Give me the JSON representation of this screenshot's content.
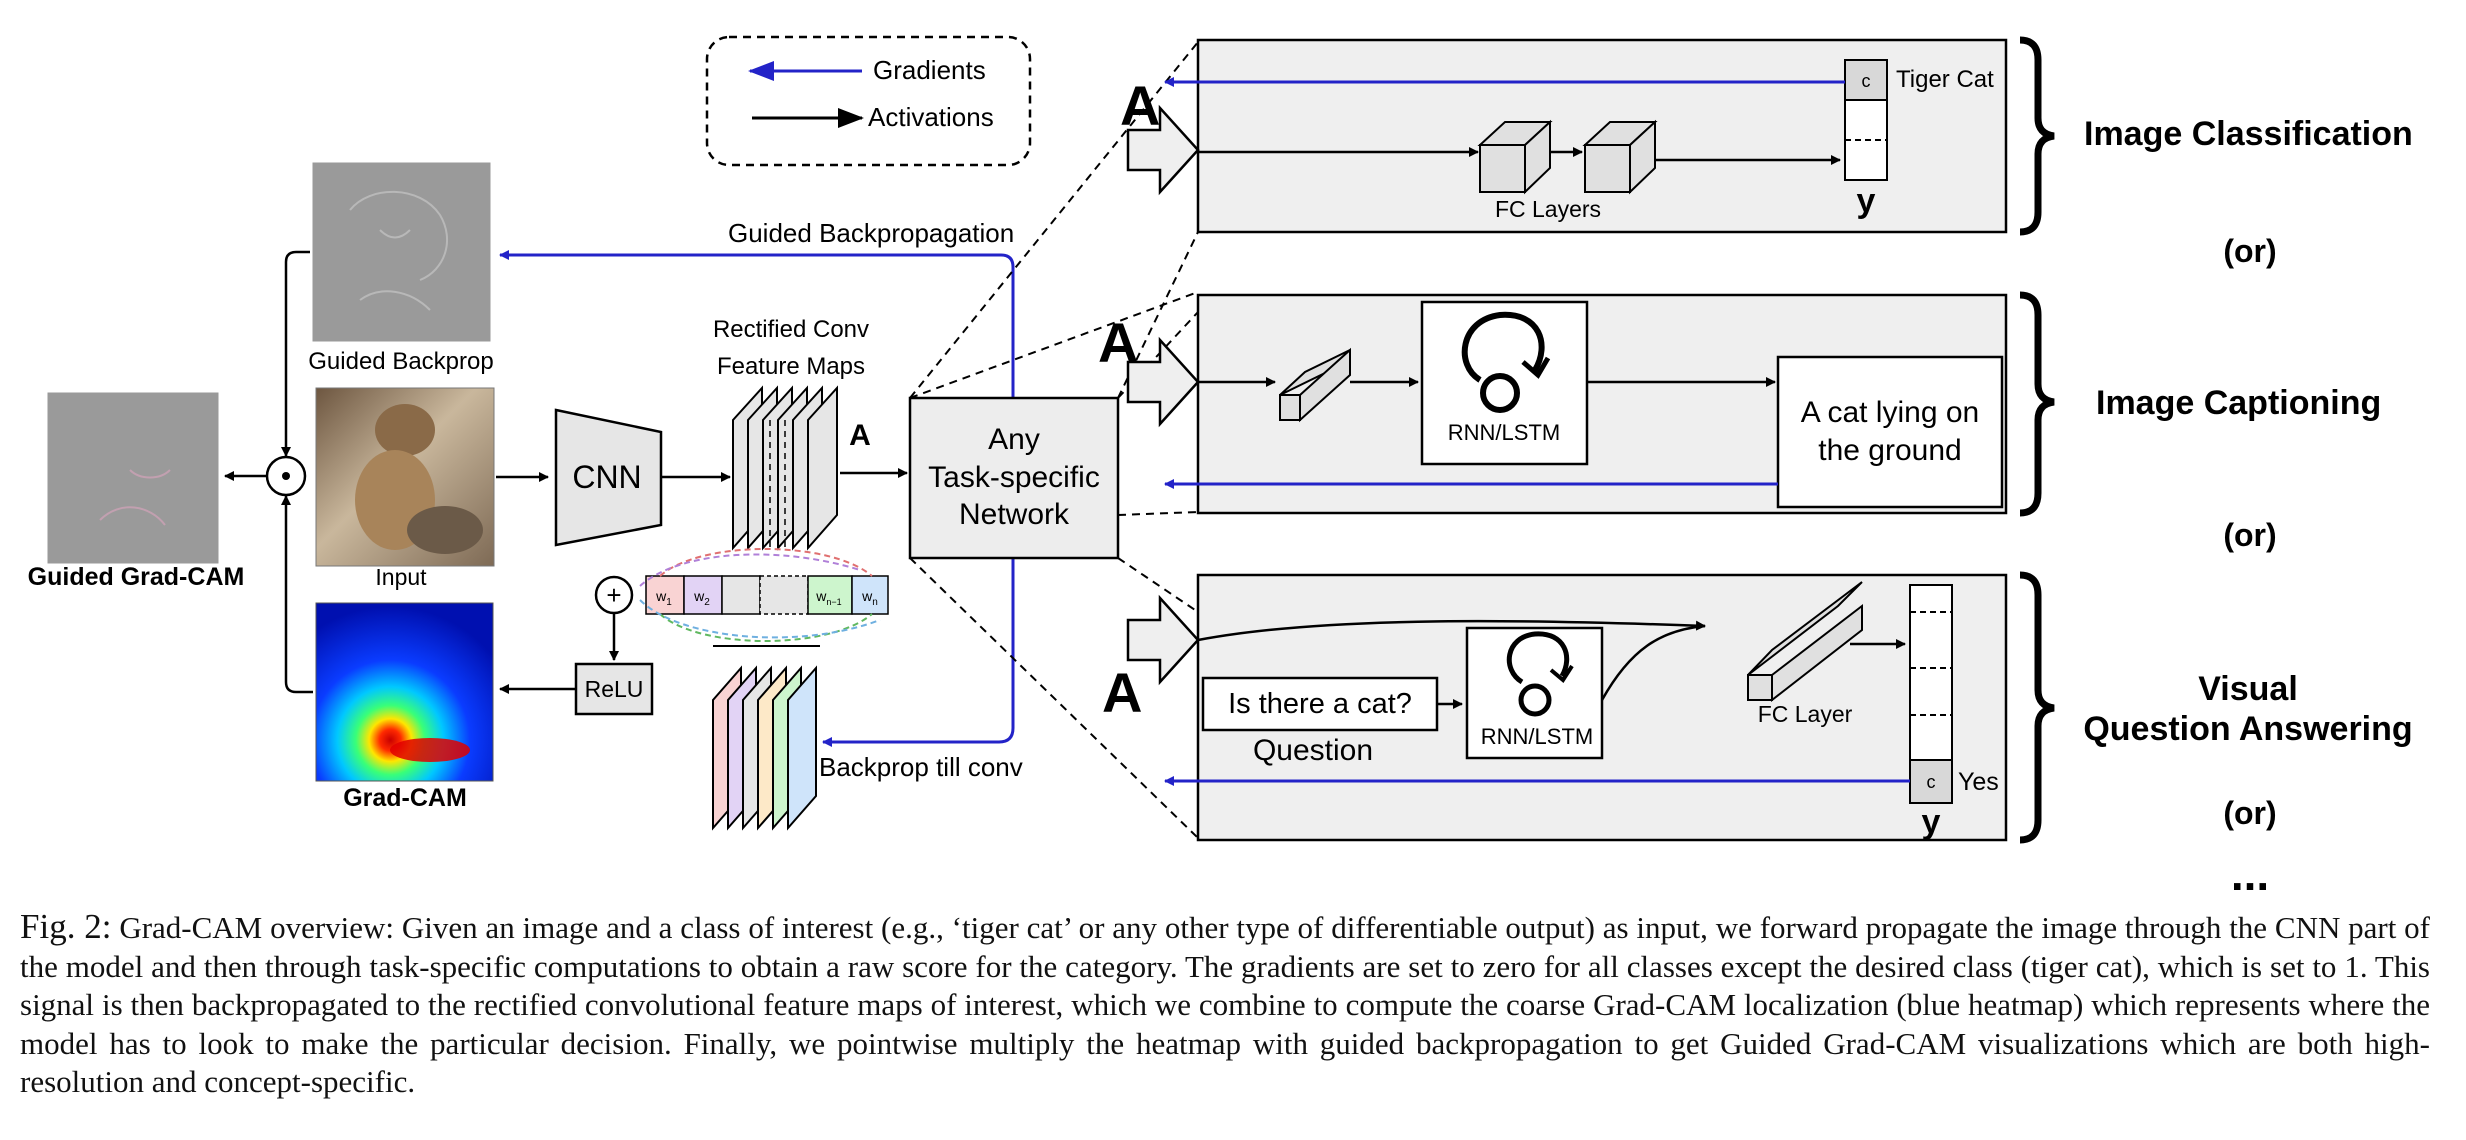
{
  "legend": {
    "gradients": "Gradients",
    "activations": "Activations"
  },
  "left": {
    "guided_backprop_arrow_label": "Guided Backpropagation",
    "guided_backprop_caption": "Guided Backprop",
    "input_caption": "Input",
    "gradcam_caption": "Grad-CAM",
    "guided_gradcam_caption": "Guided Grad-CAM",
    "multiply_symbol": "⊙",
    "plus_symbol": "+",
    "relu_label": "ReLU",
    "cnn_label": "CNN",
    "rect_conv_line1": "Rectified Conv",
    "rect_conv_line2": "Feature Maps",
    "a_symbol": "A",
    "weights": [
      "w",
      "w",
      "",
      "",
      "w",
      "w"
    ],
    "weight_subs": [
      "1",
      "2",
      "",
      "",
      "n−1",
      "n"
    ],
    "weight_sup": "c",
    "backprop_till_conv": "Backprop till conv"
  },
  "network": {
    "line1": "Any",
    "line2": "Task-specific",
    "line3": "Network"
  },
  "tasks": [
    {
      "name": "Image Classification",
      "a": "A",
      "fc": "FC Layers",
      "class_box": "c",
      "class_label": "Tiger Cat",
      "y": "y"
    },
    {
      "name": "Image Captioning",
      "a": "A",
      "rnn": "RNN/LSTM",
      "output_line1": "A cat lying on",
      "output_line2": "the ground"
    },
    {
      "name_line1": "Visual",
      "name_line2": "Question Answering",
      "a": "A",
      "question": "Is there a cat?",
      "question_label": "Question",
      "rnn": "RNN/LSTM",
      "fc": "FC Layer",
      "class_box": "c",
      "class_label": "Yes",
      "y": "y"
    }
  ],
  "or_label": "(or)",
  "ellipsis": "...",
  "caption": {
    "label": "Fig. 2:",
    "text": "Grad-CAM overview: Given an image and a class of interest (e.g., ‘tiger cat’ or any other type of differentiable output) as input, we forward propagate the image through the CNN part of the model and then through task-specific computations to obtain a raw score for the category. The gradients are set to zero for all classes except the desired class (tiger cat), which is set to 1. This signal is then backpropagated to the rectified convolutional feature maps of interest, which we combine to compute the coarse Grad-CAM localization (blue heatmap) which represents where the model has to look to make the particular decision. Finally, we pointwise multiply the heatmap with guided backpropagation to get Guided Grad-CAM visualizations which are both high-resolution and concept-specific."
  },
  "colors": {
    "gradient_arrow": "#2323c8",
    "activation_arrow": "#000000",
    "panel_fill": "#efefef"
  }
}
